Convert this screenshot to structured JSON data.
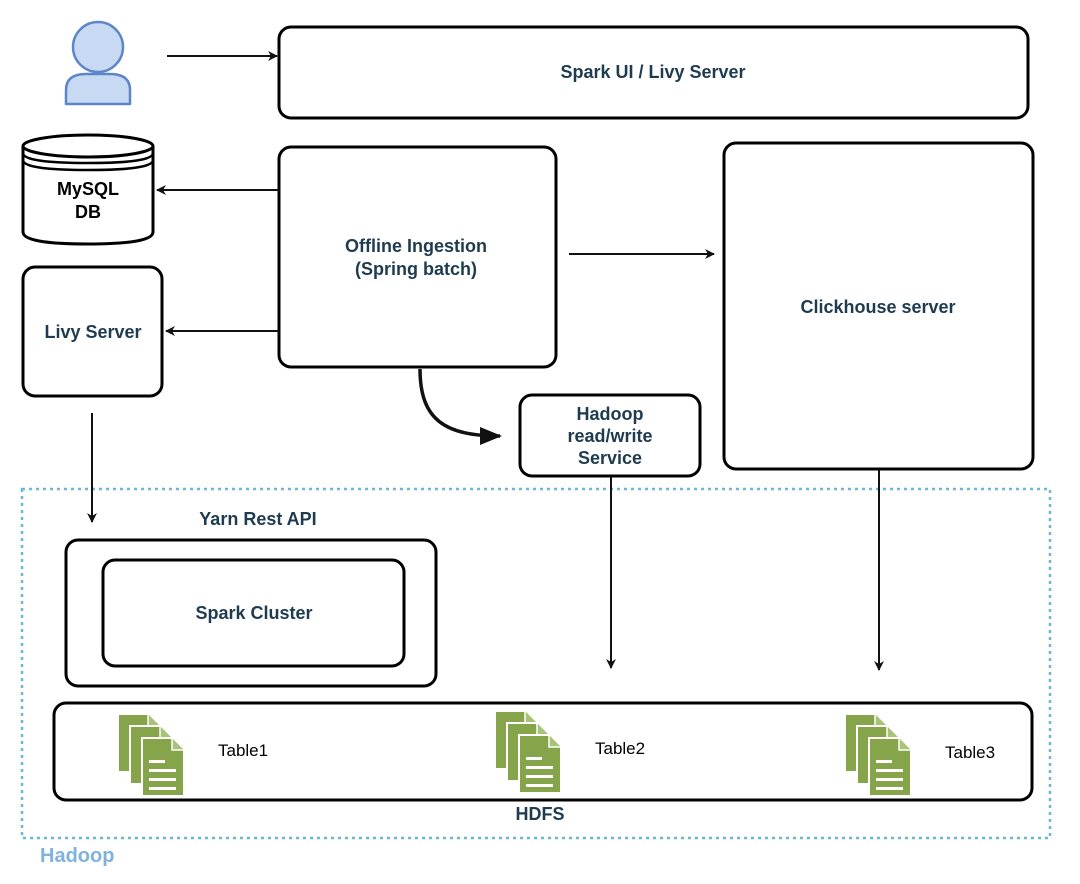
{
  "nodes": {
    "spark_ui": "Spark UI / Livy Server",
    "mysql": [
      "MySQL",
      "DB"
    ],
    "offline_ingestion": [
      "Offline Ingestion",
      "(Spring batch)"
    ],
    "clickhouse": "Clickhouse server",
    "livy_server": "Livy Server",
    "hadoop_service": [
      "Hadoop",
      "read/write",
      "Service"
    ],
    "yarn_rest_api": "Yarn Rest API",
    "spark_cluster": "Spark Cluster",
    "hdfs": "HDFS",
    "hadoop_group": "Hadoop"
  },
  "tables": [
    "Table1",
    "Table2",
    "Table3"
  ],
  "icons": {
    "user": "user-icon",
    "database": "database-icon",
    "file": "file-stack-icon"
  },
  "colors": {
    "label_text": "#1e3b4f",
    "hadoop_group": "#7fb2de",
    "file_icon": "#86a54a"
  }
}
